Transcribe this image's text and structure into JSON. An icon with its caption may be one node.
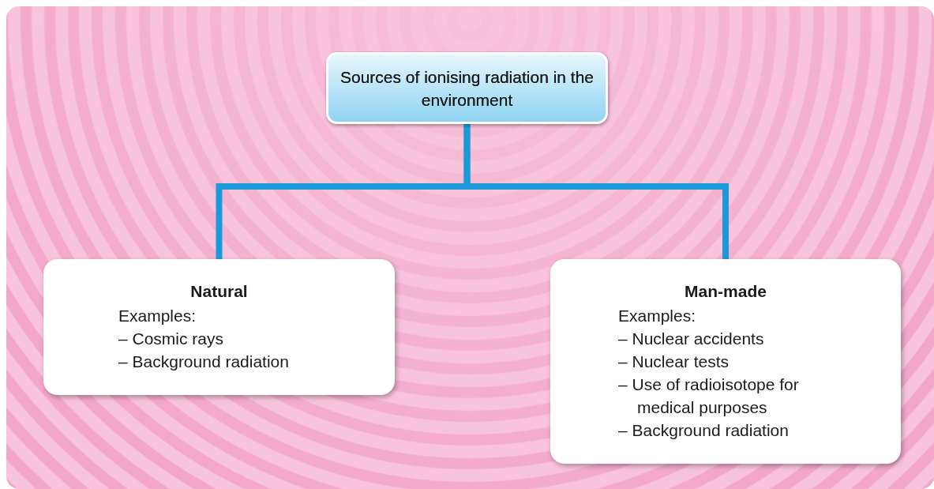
{
  "diagram": {
    "nodes": [
      {
        "text": [
          "Sources of ionising radiation in the environment"
        ]
      },
      {
        "text": [
          "Natural",
          "Examples:",
          "– Cosmic rays",
          "– Background radiation"
        ]
      },
      {
        "text": [
          "Man-made",
          "Examples:",
          "– Nuclear accidents",
          "– Nuclear tests",
          "– Use of radioisotope for medical purposes",
          "– Background radiation"
        ]
      }
    ],
    "edges": [
      {
        "from": 0,
        "to": 1,
        "arrow": "none"
      },
      {
        "from": 0,
        "to": 2,
        "arrow": "none"
      }
    ]
  }
}
